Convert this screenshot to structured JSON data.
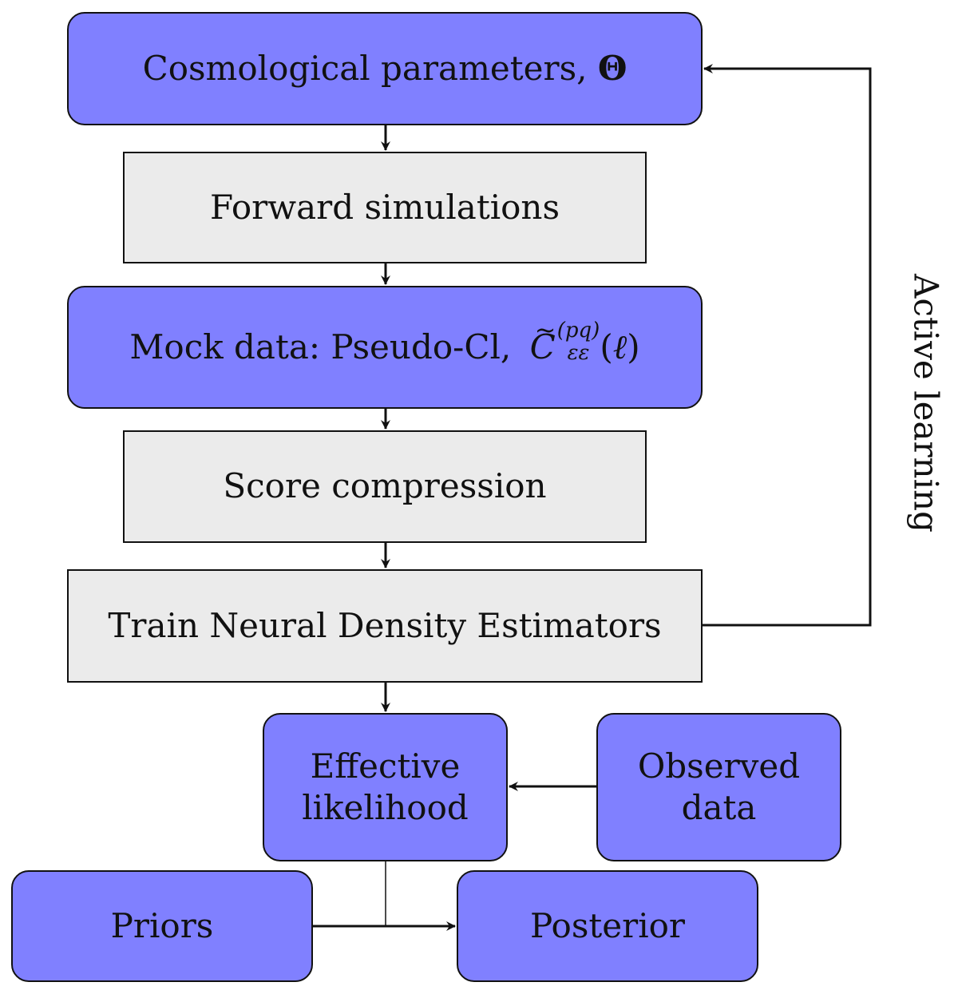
{
  "nodes": {
    "cosmo_params": {
      "text": "Cosmological parameters, ",
      "symbol": "Θ"
    },
    "forward_sims": {
      "text": "Forward simulations"
    },
    "mock_data": {
      "text": "Mock data: Pseudo-Cl, ",
      "symbol_base": "C",
      "superscript": "(pq)",
      "subscript": "εε",
      "argument_open": "(",
      "argument": "ℓ",
      "argument_close": ")"
    },
    "score_compression": {
      "text": "Score compression"
    },
    "train_nde": {
      "text": "Train Neural Density Estimators"
    },
    "effective_likelihood": {
      "line1": "Effective",
      "line2": "likelihood"
    },
    "observed_data": {
      "line1": "Observed",
      "line2": "data"
    },
    "priors": {
      "text": "Priors"
    },
    "posterior": {
      "text": "Posterior"
    }
  },
  "edge_labels": {
    "active_learning": "Active learning"
  },
  "colors": {
    "blue_fill": "#8080ff",
    "gray_fill": "#ebebeb",
    "stroke": "#111111"
  }
}
